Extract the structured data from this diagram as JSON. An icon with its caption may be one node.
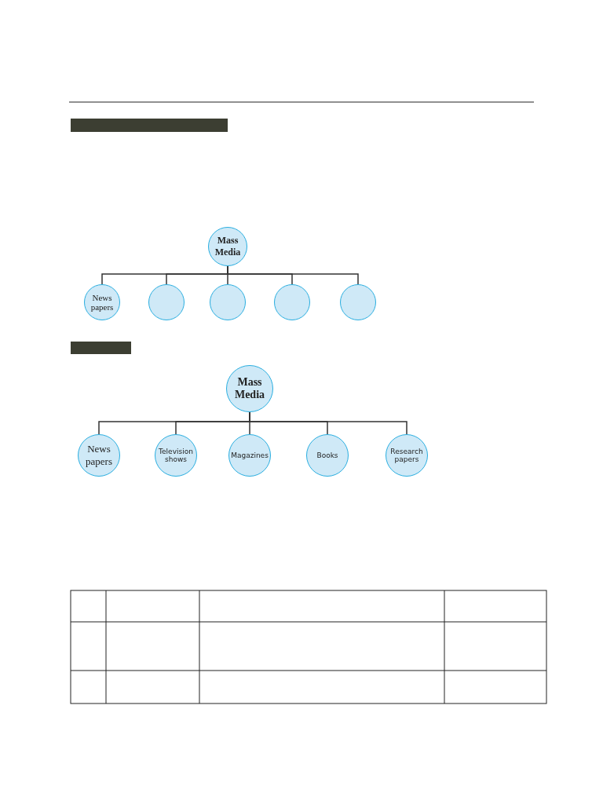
{
  "diagram": {
    "nodes": [
      {
        "text": [
          "Mass Media"
        ]
      },
      {
        "text": [
          "News papers"
        ]
      },
      {
        "text": [],
        "shape": "circle"
      },
      {
        "text": [],
        "shape": "circle"
      },
      {
        "text": [],
        "shape": "circle"
      },
      {
        "text": [],
        "shape": "circle"
      },
      {
        "text": [
          "Mass Media"
        ]
      },
      {
        "text": [
          "News papers"
        ]
      },
      {
        "text": [
          "Television shows"
        ]
      },
      {
        "text": [
          "Magazines"
        ]
      },
      {
        "text": [
          "Books"
        ]
      },
      {
        "text": [
          "Research papers"
        ]
      }
    ],
    "edges": [
      {
        "from": 0,
        "to": 1,
        "arrow": "none"
      },
      {
        "from": 0,
        "to": 2,
        "arrow": "none"
      },
      {
        "from": 0,
        "to": 3,
        "arrow": "none"
      },
      {
        "from": 0,
        "to": 4,
        "arrow": "none"
      },
      {
        "from": 0,
        "to": 5,
        "arrow": "none"
      },
      {
        "from": 6,
        "to": 7,
        "arrow": "none"
      },
      {
        "from": 6,
        "to": 8,
        "arrow": "none"
      },
      {
        "from": 6,
        "to": 9,
        "arrow": "none"
      },
      {
        "from": 6,
        "to": 10,
        "arrow": "none"
      },
      {
        "from": 6,
        "to": 11,
        "arrow": "none"
      }
    ]
  }
}
